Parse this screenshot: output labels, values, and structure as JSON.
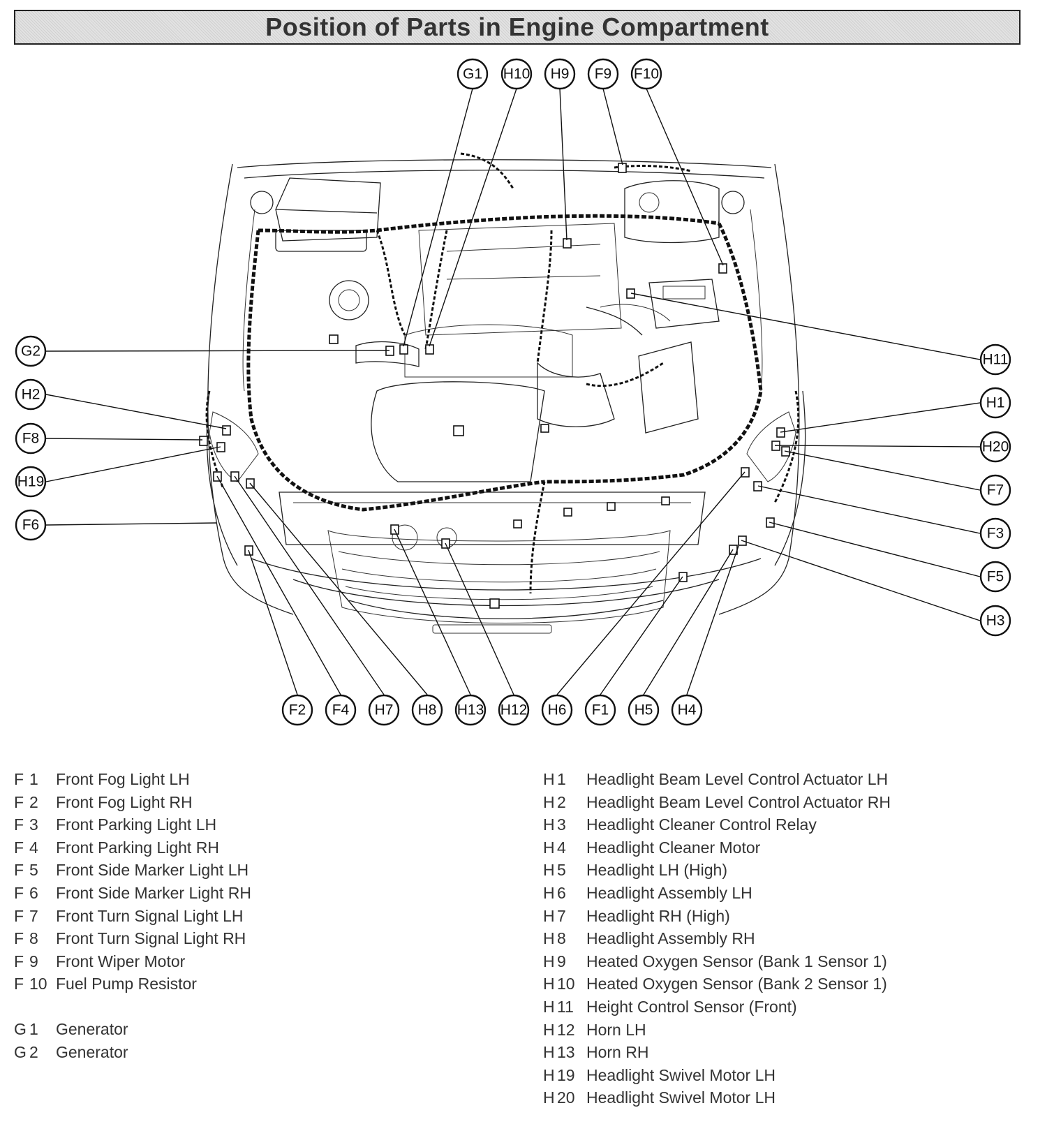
{
  "title": "Position of Parts in Engine Compartment",
  "callouts": {
    "top": [
      "G1",
      "H10",
      "H9",
      "F9",
      "F10"
    ],
    "left": [
      "G2",
      "H2",
      "F8",
      "H19",
      "F6"
    ],
    "right": [
      "H11",
      "H1",
      "H20",
      "F7",
      "F3",
      "F5",
      "H3"
    ],
    "bottom": [
      "F2",
      "F4",
      "H7",
      "H8",
      "H13",
      "H12",
      "H6",
      "F1",
      "H5",
      "H4"
    ]
  },
  "legend": {
    "f_group": [
      {
        "letter": "F",
        "num": "1",
        "name": "Front Fog Light LH"
      },
      {
        "letter": "F",
        "num": "2",
        "name": "Front Fog Light RH"
      },
      {
        "letter": "F",
        "num": "3",
        "name": "Front Parking Light LH"
      },
      {
        "letter": "F",
        "num": "4",
        "name": "Front Parking Light RH"
      },
      {
        "letter": "F",
        "num": "5",
        "name": "Front Side Marker Light LH"
      },
      {
        "letter": "F",
        "num": "6",
        "name": "Front Side Marker Light RH"
      },
      {
        "letter": "F",
        "num": "7",
        "name": "Front Turn Signal Light LH"
      },
      {
        "letter": "F",
        "num": "8",
        "name": "Front Turn Signal Light RH"
      },
      {
        "letter": "F",
        "num": "9",
        "name": "Front Wiper Motor"
      },
      {
        "letter": "F",
        "num": "10",
        "name": "Fuel Pump Resistor"
      }
    ],
    "g_group": [
      {
        "letter": "G",
        "num": "1",
        "name": "Generator"
      },
      {
        "letter": "G",
        "num": "2",
        "name": "Generator"
      }
    ],
    "h_group": [
      {
        "letter": "H",
        "num": "1",
        "name": "Headlight Beam Level Control Actuator LH"
      },
      {
        "letter": "H",
        "num": "2",
        "name": "Headlight Beam Level Control Actuator RH"
      },
      {
        "letter": "H",
        "num": "3",
        "name": "Headlight Cleaner Control Relay"
      },
      {
        "letter": "H",
        "num": "4",
        "name": "Headlight Cleaner Motor"
      },
      {
        "letter": "H",
        "num": "5",
        "name": "Headlight LH (High)"
      },
      {
        "letter": "H",
        "num": "6",
        "name": "Headlight Assembly LH"
      },
      {
        "letter": "H",
        "num": "7",
        "name": "Headlight RH (High)"
      },
      {
        "letter": "H",
        "num": "8",
        "name": "Headlight Assembly RH"
      },
      {
        "letter": "H",
        "num": "9",
        "name": "Heated Oxygen Sensor (Bank 1 Sensor 1)"
      },
      {
        "letter": "H",
        "num": "10",
        "name": "Heated Oxygen Sensor (Bank 2 Sensor 1)"
      },
      {
        "letter": "H",
        "num": "11",
        "name": "Height Control Sensor (Front)"
      },
      {
        "letter": "H",
        "num": "12",
        "name": "Horn LH"
      },
      {
        "letter": "H",
        "num": "13",
        "name": "Horn RH"
      },
      {
        "letter": "H",
        "num": "19",
        "name": "Headlight Swivel Motor LH"
      },
      {
        "letter": "H",
        "num": "20",
        "name": "Headlight Swivel Motor LH"
      }
    ]
  }
}
